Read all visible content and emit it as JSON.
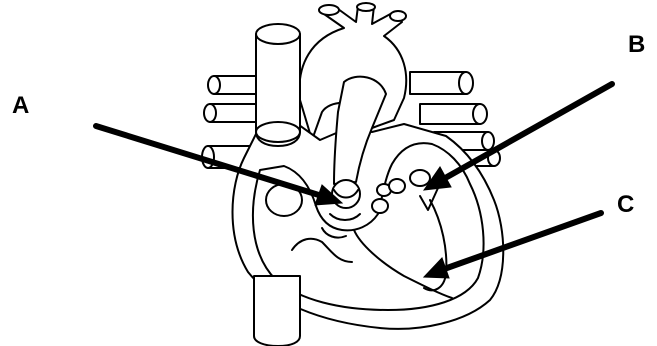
{
  "labels": {
    "a": "A",
    "b": "B",
    "c": "C"
  },
  "colors": {
    "line": "#000000",
    "background": "#ffffff"
  }
}
